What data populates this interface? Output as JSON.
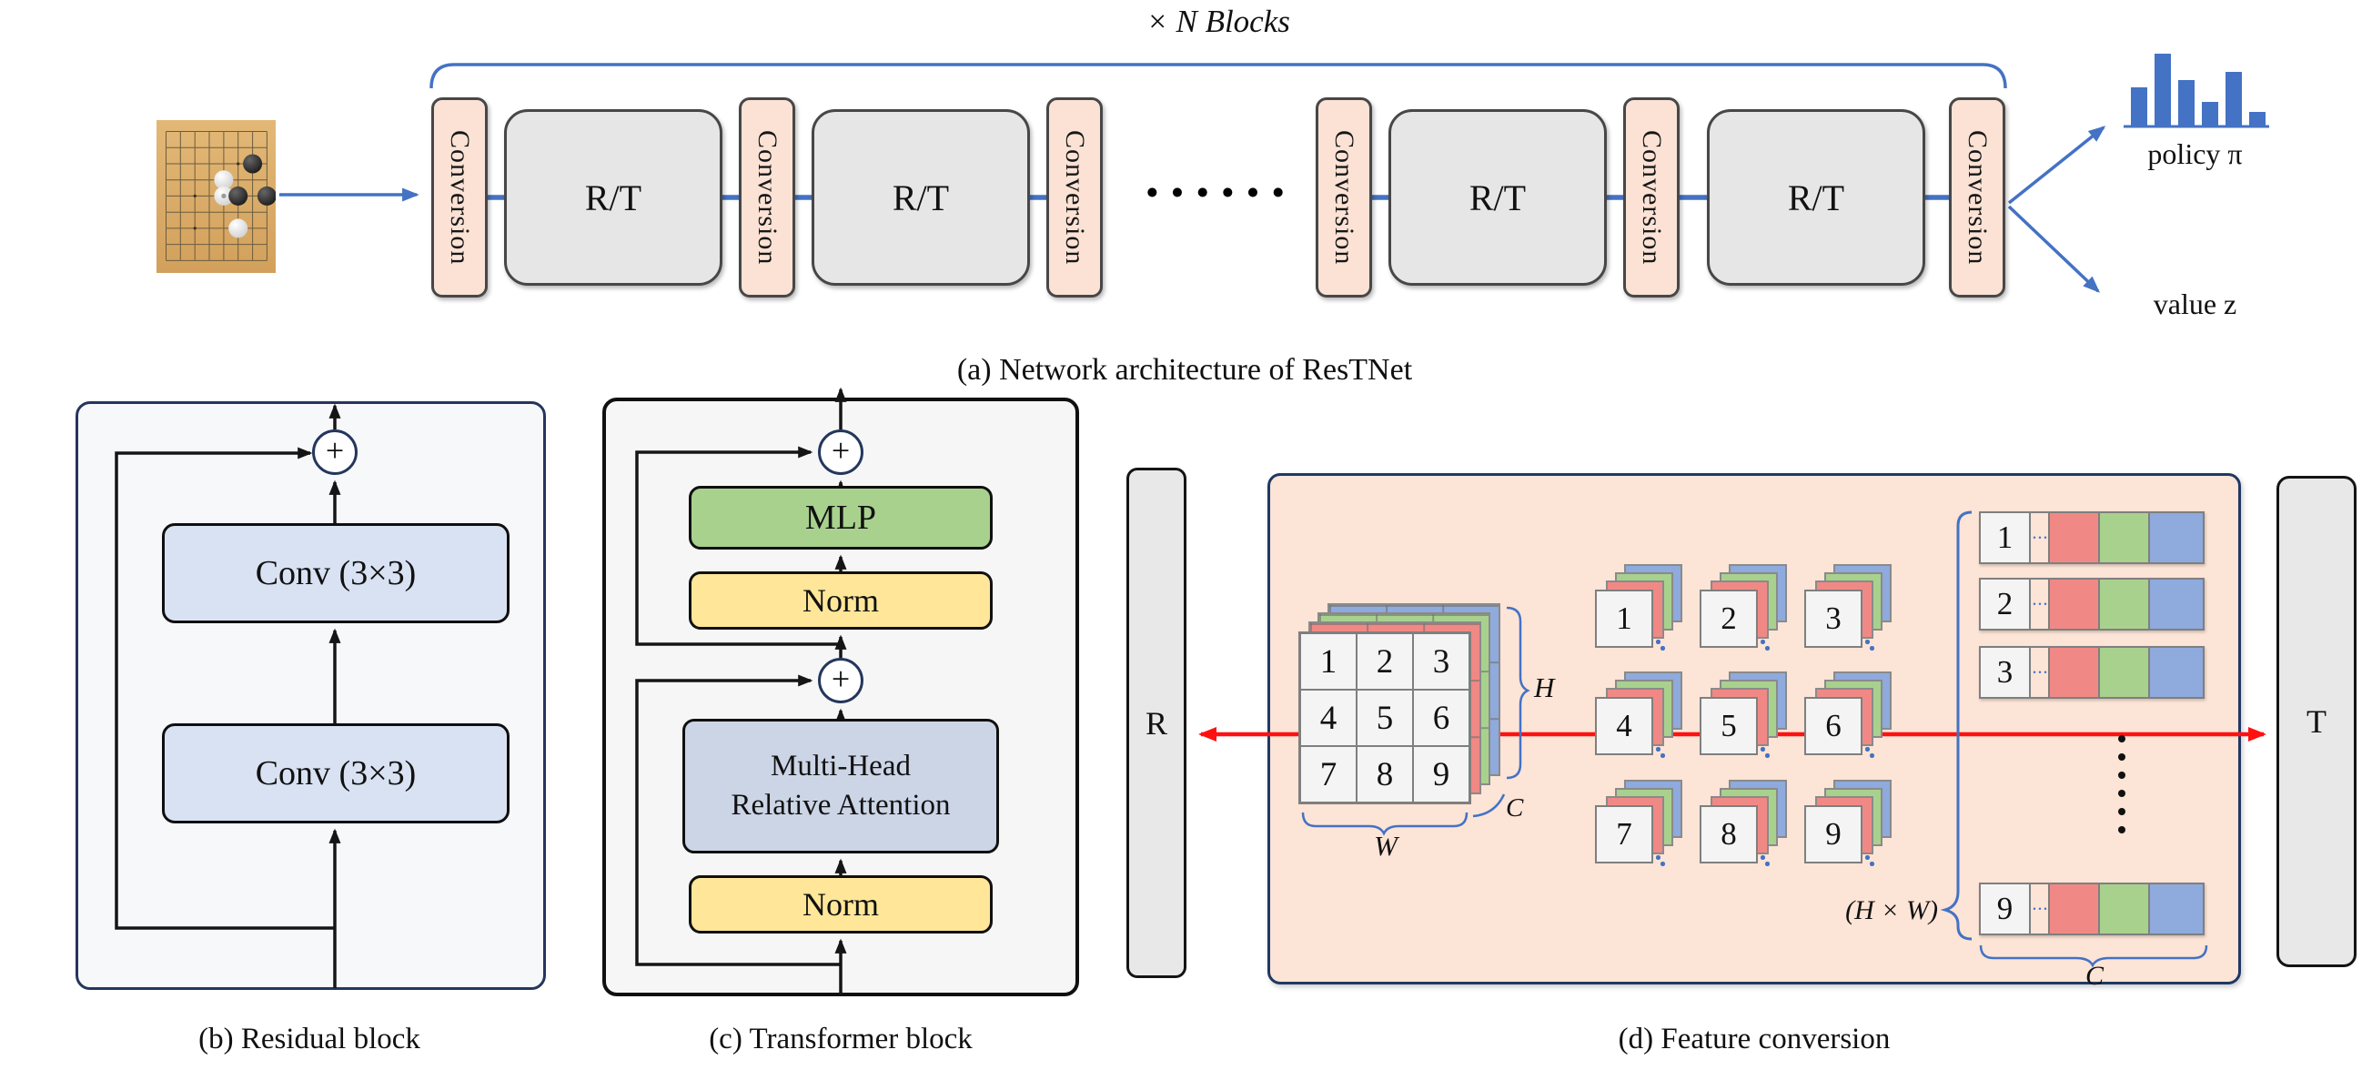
{
  "colors": {
    "accent_blue": "#4472C4",
    "arrow_red": "#FF1111",
    "conversion_fill": "#FBE2D5",
    "rt_fill": "#E7E6E6",
    "navy_border": "#1F3864",
    "conv_fill": "#D9E2F3",
    "mlp_green": "#A9D18E",
    "norm_yellow": "#FFE699",
    "attention_fill": "#CCD5E6",
    "peach_fill": "#FCE4D6",
    "cell_red": "#F08985",
    "cell_green": "#A9D18E",
    "cell_blue": "#8FAADC"
  },
  "architecture": {
    "n_blocks_label": "× N Blocks",
    "conversion_label": "Conversion",
    "rt_label": "R/T",
    "ellipsis": "······",
    "policy_label": "policy π",
    "value_label": "value z",
    "policy_bars": [
      42,
      79,
      50,
      26,
      59,
      15
    ],
    "caption": "(a) Network architecture of ResTNet"
  },
  "residual_block": {
    "conv_label": "Conv (3×3)",
    "plus": "+",
    "caption": "(b) Residual block"
  },
  "transformer_block": {
    "mlp_label": "MLP",
    "norm_label": "Norm",
    "attention_line1": "Multi-Head",
    "attention_line2": "Relative Attention",
    "plus": "+",
    "caption": "(c) Transformer block"
  },
  "feature_conversion": {
    "r_label": "R",
    "t_label": "T",
    "grid_numbers": [
      "1",
      "2",
      "3",
      "4",
      "5",
      "6",
      "7",
      "8",
      "9"
    ],
    "stack_numbers": [
      "1",
      "2",
      "3",
      "4",
      "5",
      "6",
      "7",
      "8",
      "9"
    ],
    "row_numbers": [
      "1",
      "2",
      "3",
      "9"
    ],
    "row_dots": "···",
    "width_label": "W",
    "height_label": "H",
    "channel_label": "C",
    "hw_label": "(H × W)",
    "channel_label_bottom": "C",
    "caption": "(d) Feature conversion"
  }
}
